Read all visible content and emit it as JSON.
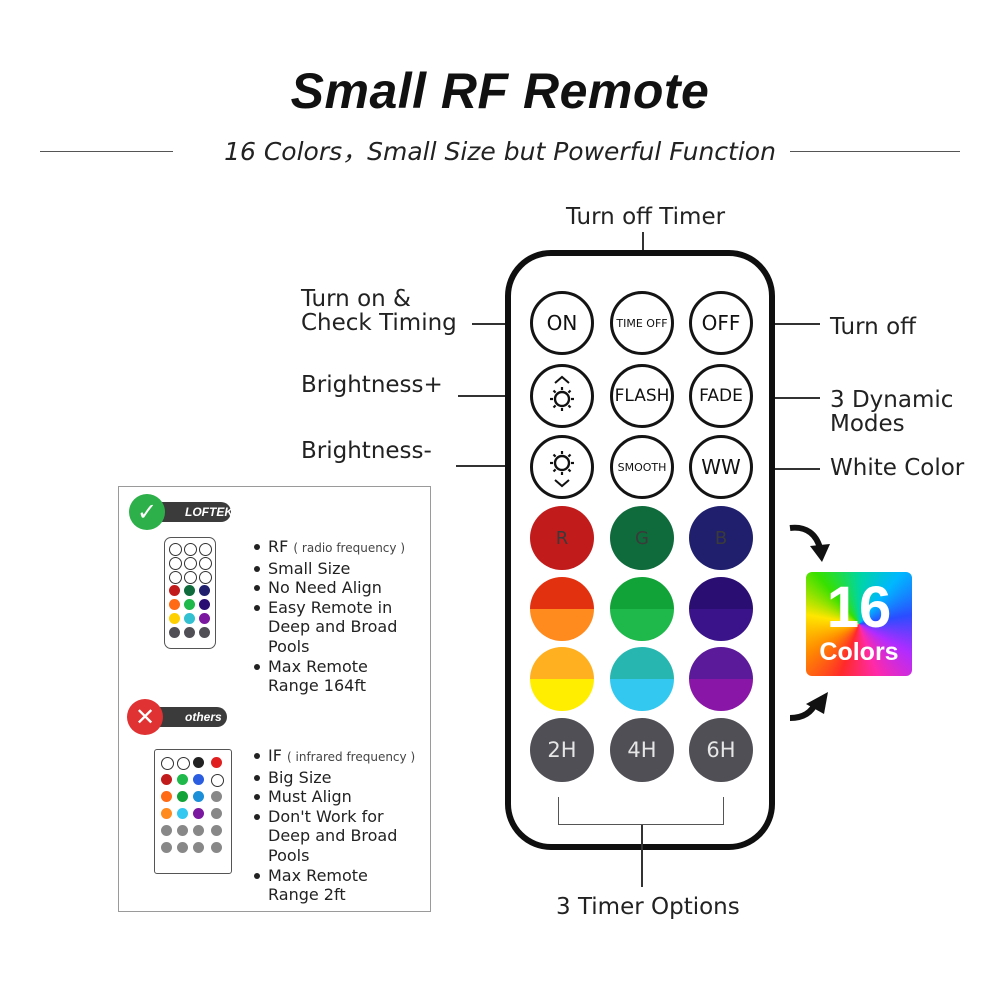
{
  "header": {
    "title": "Small RF Remote",
    "subtitle": "16 Colors，Small Size but Powerful Function"
  },
  "callouts": {
    "turn_off_timer": "Turn off Timer",
    "turn_on_line1": "Turn on &",
    "turn_on_line2": "Check Timing",
    "turn_off": "Turn off",
    "brightness_plus": "Brightness+",
    "brightness_minus": "Brightness-",
    "dynamic_line1": "3 Dynamic",
    "dynamic_line2": "Modes",
    "white_color": "White Color",
    "timer_options": "3 Timer Options"
  },
  "remote": {
    "on": "ON",
    "time_off": "TIME OFF",
    "off": "OFF",
    "brightness_up_icon": "sun-up-icon",
    "flash": "FLASH",
    "fade": "FADE",
    "brightness_down_icon": "sun-down-icon",
    "smooth": "SMOOTH",
    "ww": "WW",
    "r": "R",
    "g": "G",
    "b": "B",
    "t2": "2H",
    "t4": "4H",
    "t6": "6H",
    "colors": {
      "red": "#c21b1b",
      "green": "#0f6b3c",
      "blue": "#1f1f6e",
      "orange_top": "#e2310f",
      "orange_bottom": "#ff8a1e",
      "green2_top": "#12a338",
      "green2_bottom": "#1fb84a",
      "indigo_top": "#2a0e72",
      "indigo_bottom": "#3a138a",
      "yellow_top": "#ffb020",
      "yellow_bottom": "#ffee00",
      "cyan_top": "#27b7b0",
      "cyan_bottom": "#33c8f0",
      "purple_top": "#5b1a9a",
      "purple_bottom": "#8a16a8",
      "timer": "#4f4f55"
    }
  },
  "badge": {
    "number": "16",
    "label": "Colors"
  },
  "comparison": {
    "brand": "LOFTEK",
    "rf_title": "RF",
    "rf_note": "( radio frequency )",
    "rf_items": [
      "Small Size",
      "No Need Align",
      "Easy Remote in Deep and Broad Pools",
      "Max Remote Range 164ft"
    ],
    "others": "others",
    "ir_title": "IF",
    "ir_note": "( infrared frequency )",
    "ir_items": [
      "Big Size",
      "Must Align",
      "Don't Work for Deep and Broad Pools",
      "Max Remote Range 2ft"
    ]
  }
}
